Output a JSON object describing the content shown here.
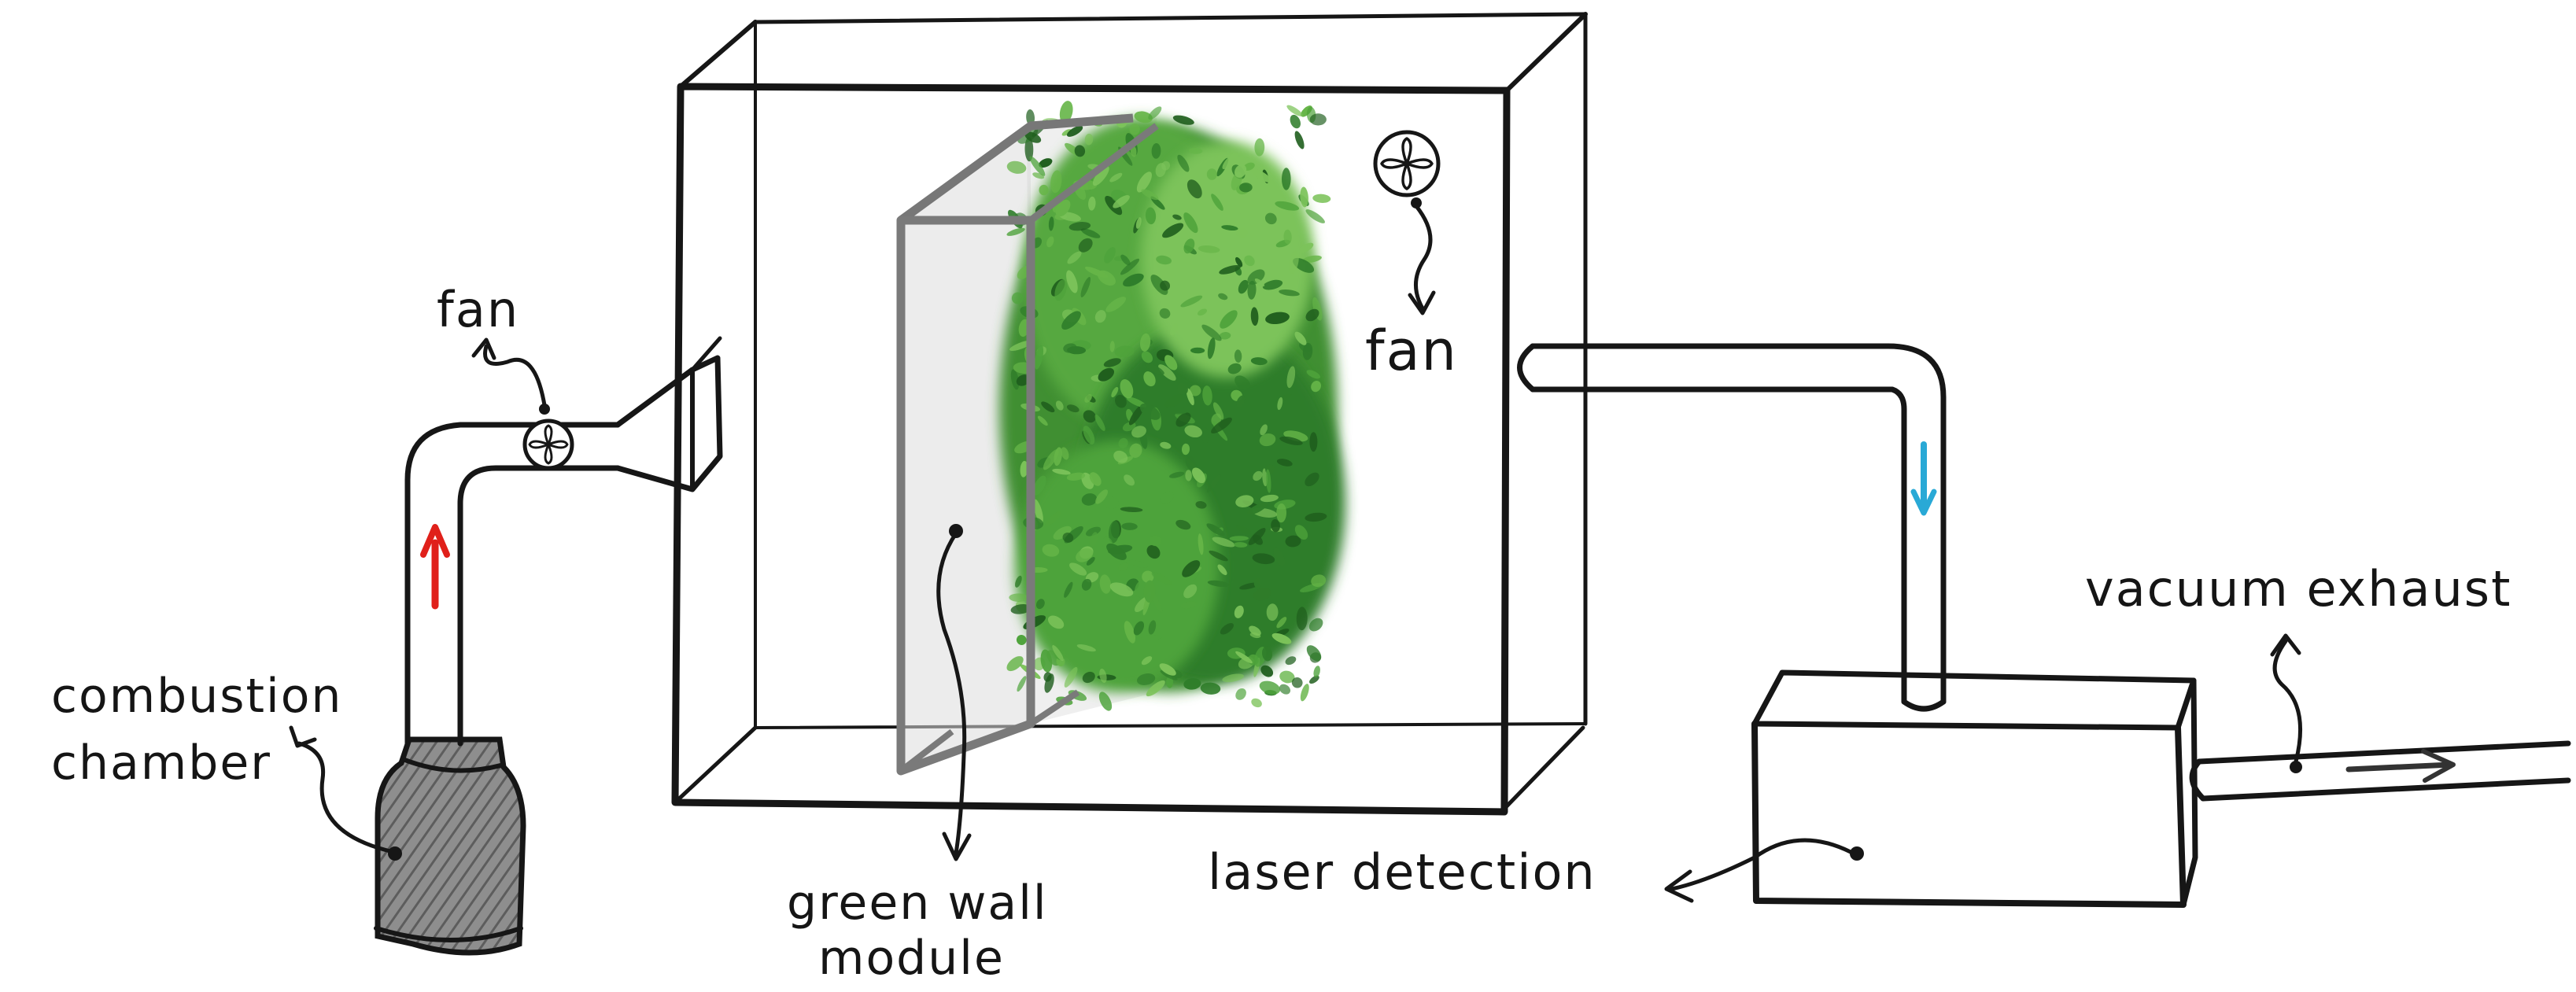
{
  "labels": {
    "fan_left": "fan",
    "fan_right": "fan",
    "combustion_chamber_line1": "combustion",
    "combustion_chamber_line2": "chamber",
    "green_wall_line1": "green wall",
    "green_wall_line2": "module",
    "laser_detection": "laser detection",
    "vacuum_exhaust": "vacuum exhaust"
  },
  "colors": {
    "ink": "#161616",
    "flow_up_arrow": "#e0201a",
    "flow_down_arrow": "#29a9d6",
    "foliage_dark": "#2f7d2a",
    "foliage_mid": "#4ea33b",
    "foliage_light": "#7cc35a",
    "module_glass": "#c8c8c8",
    "chamber_body": "#8a8a8a"
  },
  "icons": [
    "fan-icon",
    "fan-icon",
    "flow-arrow-up",
    "flow-arrow-down",
    "exhaust-arrow-icon"
  ]
}
